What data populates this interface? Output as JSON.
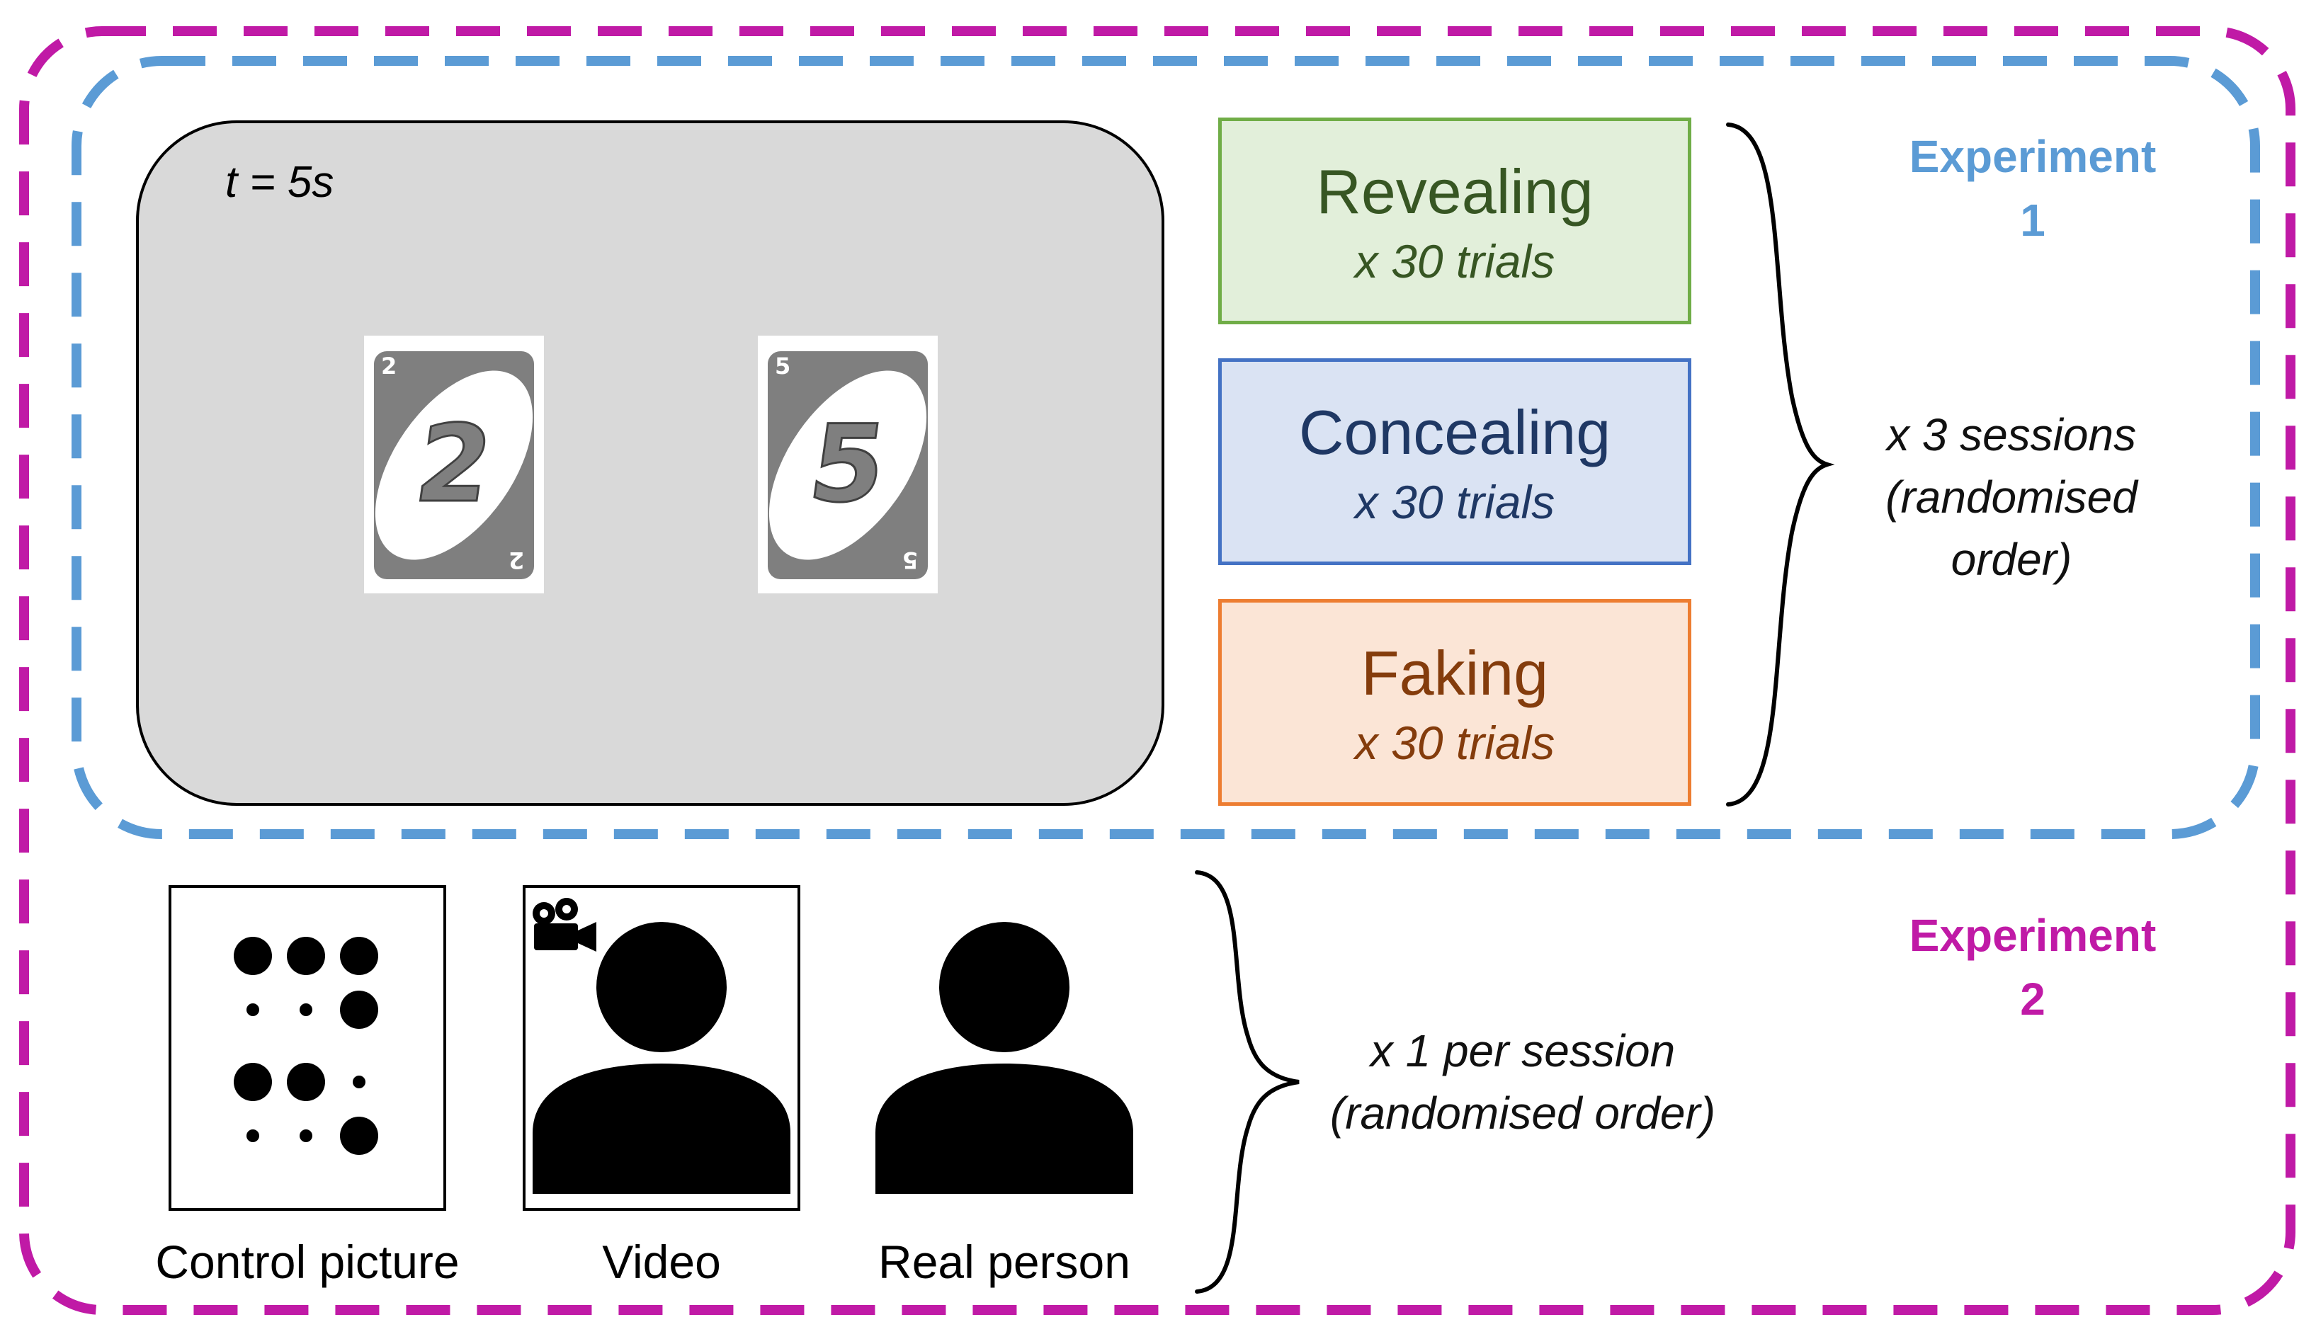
{
  "colors": {
    "experiment1": "#5b9bd5",
    "experiment2": "#c01aa6",
    "screen_bg": "#d9d9d9",
    "card_grey": "#7f7f7f",
    "revealing_fill": "#e2efda",
    "revealing_border": "#70ad47",
    "revealing_text": "#375623",
    "concealing_fill": "#dae3f3",
    "concealing_border": "#4472c4",
    "concealing_text": "#1f3864",
    "faking_fill": "#fbe5d6",
    "faking_border": "#ed7d31",
    "faking_text": "#843c0c"
  },
  "screen": {
    "time_label": "t = 5s",
    "cards": [
      {
        "value": "2",
        "corner": "2"
      },
      {
        "value": "5",
        "corner": "5"
      }
    ]
  },
  "conditions": [
    {
      "name": "Revealing",
      "trials": "x 30 trials"
    },
    {
      "name": "Concealing",
      "trials": "x 30 trials"
    },
    {
      "name": "Faking",
      "trials": "x 30 trials"
    }
  ],
  "experiment1": {
    "title_line1": "Experiment",
    "title_line2": "1",
    "note_line1": "x 3 sessions",
    "note_line2": "(randomised",
    "note_line3": "order)"
  },
  "experiment2": {
    "title_line1": "Experiment",
    "title_line2": "2",
    "note_line1": "x 1 per session",
    "note_line2": "(randomised order)",
    "stimuli": [
      {
        "label": "Control picture",
        "icon": "dots-pattern-icon"
      },
      {
        "label": "Video",
        "icon": "video-person-icon"
      },
      {
        "label": "Real person",
        "icon": "person-icon"
      }
    ]
  }
}
